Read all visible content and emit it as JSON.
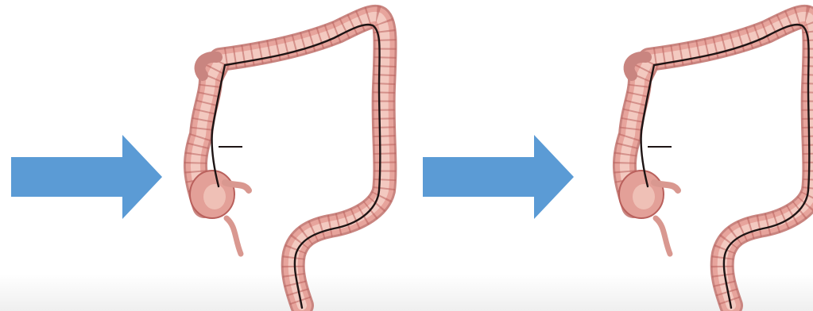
{
  "colors": {
    "arrow": "#5b9bd5",
    "colon_outer": "#d9968f",
    "colon_inner": "#f2c6bd",
    "colon_wall": "#b9605c",
    "scope": "#1e1414",
    "background": "#ffffff"
  },
  "diagram": {
    "sequence": [
      "arrow",
      "colon-with-scope",
      "arrow",
      "colon-with-scope"
    ]
  }
}
